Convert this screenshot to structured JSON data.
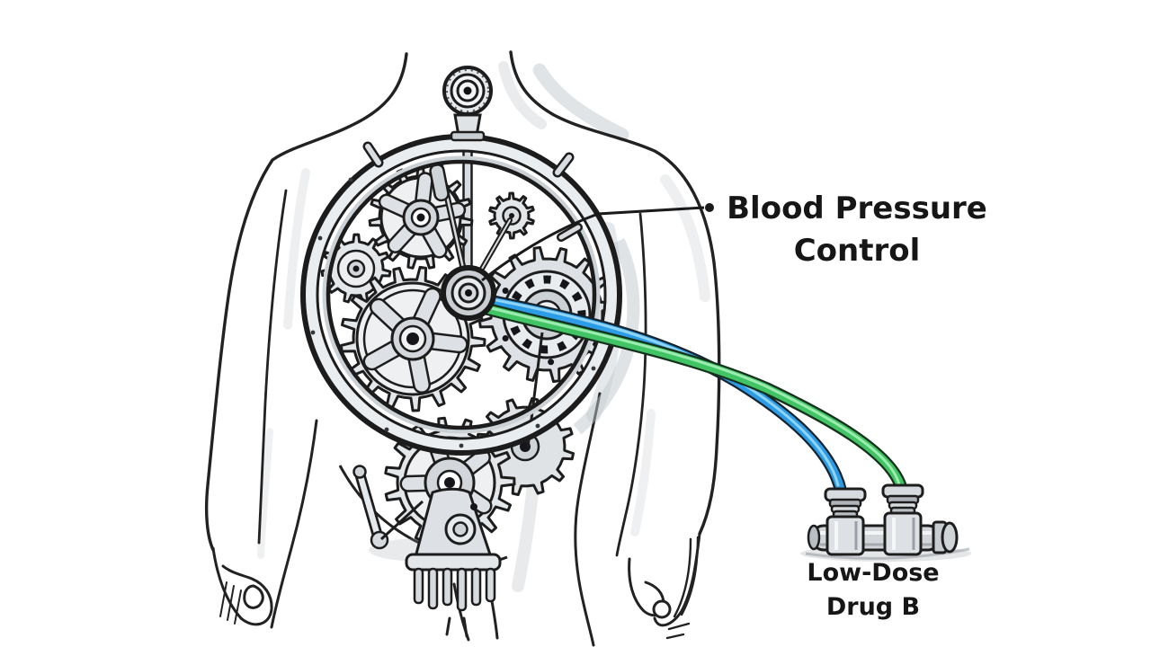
{
  "labels": {
    "blood_pressure": {
      "line1": "Blood Pressure",
      "line2": "Control"
    },
    "drug": {
      "line1": "Low-Dose",
      "line2": "Drug B"
    }
  },
  "colors": {
    "ink": "#161616",
    "tube_blue": "#2d9ce6",
    "tube_blue_highlight": "#8fd4f4",
    "tube_green": "#41c463",
    "tube_green_highlight": "#9debb0"
  }
}
